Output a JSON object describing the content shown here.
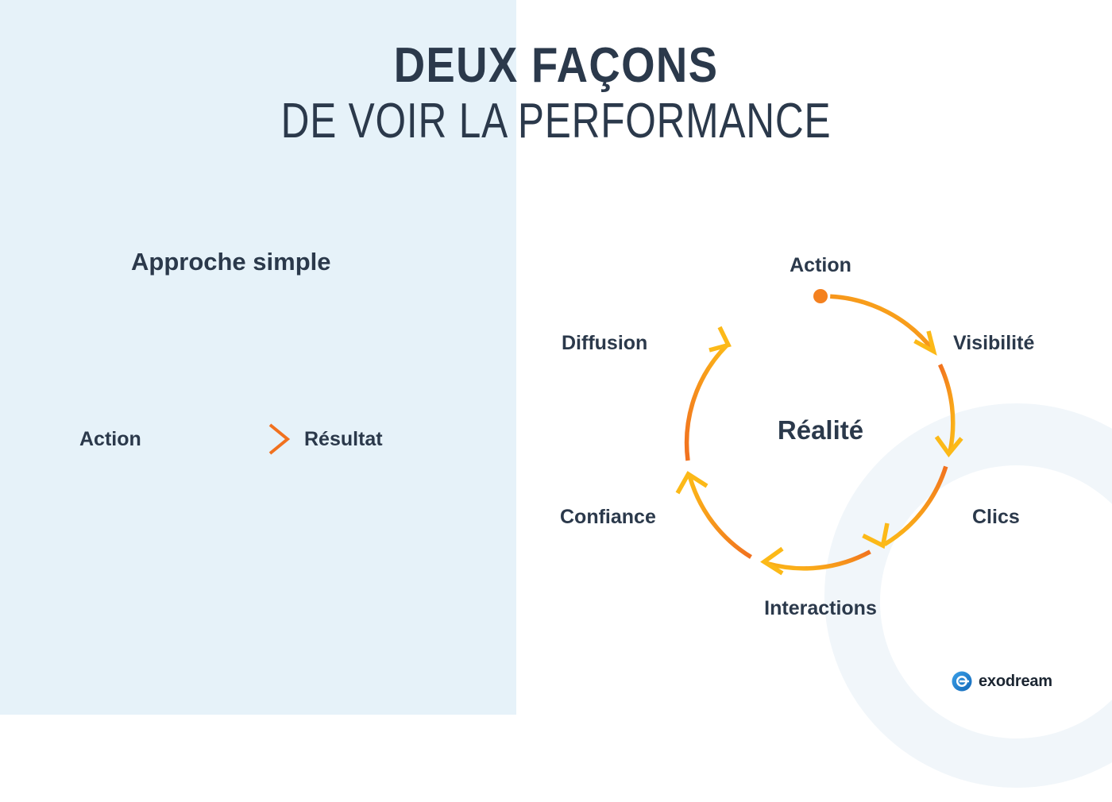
{
  "title": {
    "line1": "DEUX FAÇONS",
    "line2": "DE VOIR LA PERFORMANCE"
  },
  "colors": {
    "panel_left_bg": "#e6f2f9",
    "panel_right_bg": "#ffffff",
    "text_dark": "#2b394b",
    "accent_orange_dark": "#f1711f",
    "accent_orange_light": "#fbb416",
    "dot_orange": "#f4811f",
    "watermark": "#f2f6fa",
    "brand_blue": "#1b84d8"
  },
  "left": {
    "heading": "Approche simple",
    "flow": {
      "start_label": "Action",
      "arrow_icon": "arrow-right-icon",
      "end_label": "Résultat"
    }
  },
  "right": {
    "center_label": "Réalité",
    "cycle_nodes": [
      {
        "id": "action",
        "label": "Action"
      },
      {
        "id": "visibilite",
        "label": "Visibilité"
      },
      {
        "id": "clics",
        "label": "Clics"
      },
      {
        "id": "interactions",
        "label": "Interactions"
      },
      {
        "id": "confiance",
        "label": "Confiance"
      },
      {
        "id": "diffusion",
        "label": "Diffusion"
      }
    ]
  },
  "brand": {
    "mark_icon": "exodream-e-icon",
    "name": "exodream"
  }
}
